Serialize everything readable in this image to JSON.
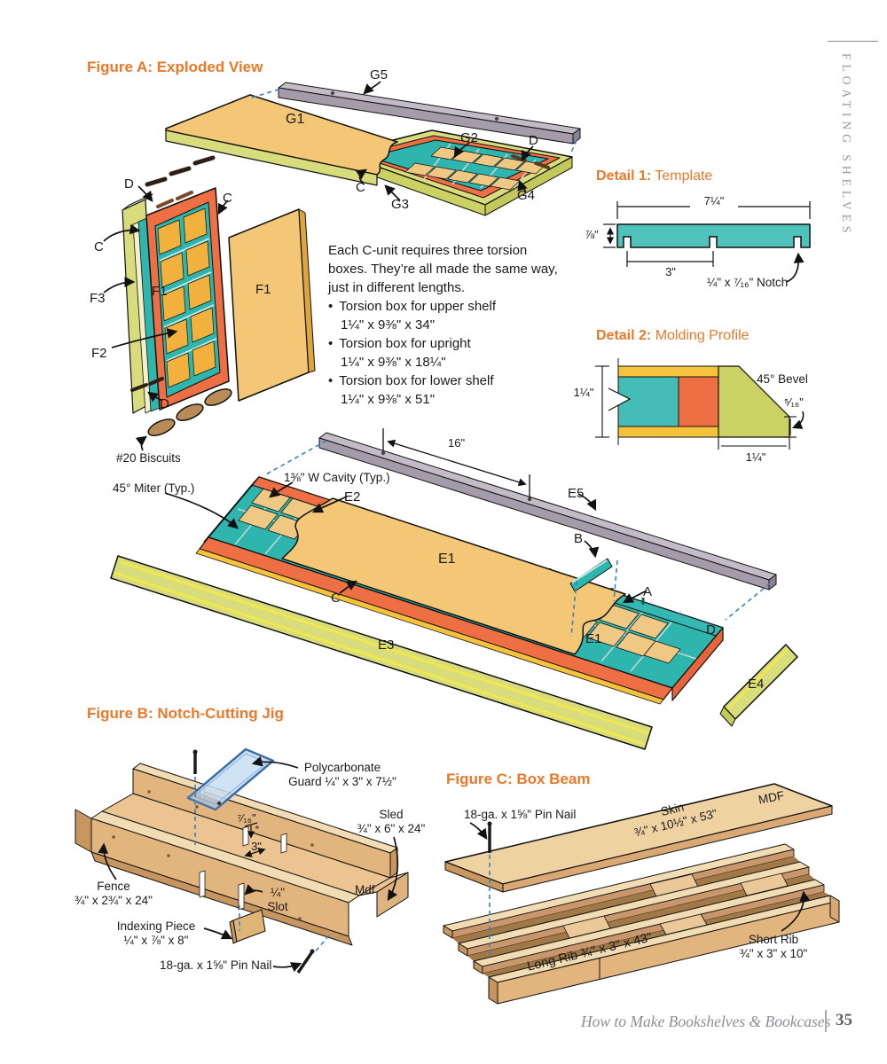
{
  "page": {
    "sidebar_vertical_text": "FLOATING SHELVES",
    "footer_title": "How to Make Bookshelves & Bookcases",
    "footer_page": "35"
  },
  "figure_a": {
    "title": "Figure A: Exploded View",
    "parts": {
      "a": "A",
      "b": "B",
      "c": "C",
      "d": "D",
      "e1": "E1",
      "e2": "E2",
      "e3": "E3",
      "e4": "E4",
      "e5": "E5",
      "f1": "F1",
      "f2": "F2",
      "f3": "F3",
      "g1": "G1",
      "g2": "G2",
      "g3": "G3",
      "g4": "G4",
      "g5": "G5"
    },
    "callouts": {
      "biscuits": "#20 Biscuits",
      "miter": "45° Miter (Typ.)",
      "cavity": "1⅜\" W Cavity (Typ.)",
      "cleat_spacing": "16\""
    },
    "note": {
      "intro_lines": [
        "Each C-unit requires three torsion",
        "boxes. They’re all made the same way,",
        "just in different lengths."
      ],
      "items": [
        {
          "label": "Torsion box for upper shelf",
          "dims": "1¼\" x 9⅜\" x 34\""
        },
        {
          "label": "Torsion box for upright",
          "dims": "1¼\" x 9⅜\" x 18¼\""
        },
        {
          "label": "Torsion box for lower shelf",
          "dims": "1¼\" x 9⅜\" x 51\""
        }
      ]
    }
  },
  "detail_1": {
    "title_bold": "Detail 1:",
    "title_rest": " Template",
    "width": "7¼\"",
    "thickness": "⅞\"",
    "spacing": "3\"",
    "notch": "¼\" x ⁷⁄₁₆\" Notch"
  },
  "detail_2": {
    "title_bold": "Detail 2:",
    "title_rest": " Molding Profile",
    "height": "1¼\"",
    "bevel": "45° Bevel",
    "tip": "⁵⁄₁₆\"",
    "width": "1¼\""
  },
  "figure_b": {
    "title": "Figure B: Notch-Cutting Jig",
    "callouts": {
      "guard_line1": "Polycarbonate",
      "guard_line2": "Guard ¼\" x 3\" x 7½\"",
      "sled_line1": "Sled",
      "sled_line2": "¾\" x 6\" x 24\"",
      "slot_depth": "⁷⁄₁₆\"",
      "slot_spacing": "3\"",
      "fence_line1": "Fence",
      "fence_line2": "¾\" x 2¾\" x 24\"",
      "mdf": "Mdf",
      "slot_line1": "¼\"",
      "slot_line2": "Slot",
      "indexing_line1": "Indexing Piece",
      "indexing_line2": "¼\" x ⅞\" x 8\"",
      "pin_nail": "18-ga. x 1⅝\" Pin Nail"
    }
  },
  "figure_c": {
    "title": "Figure C: Box Beam",
    "callouts": {
      "pin_nail": "18-ga. x 1⅝\" Pin Nail",
      "skin_line1": "Skin",
      "skin_line2": "¾\" x 10½\" x 53\"",
      "mdf": "MDF",
      "long_rib": "Long Rib  ¾\" x 3\" x 43\"",
      "short_rib_line1": "Short Rib",
      "short_rib_line2": "¾\" x 3\" x 10\""
    }
  }
}
